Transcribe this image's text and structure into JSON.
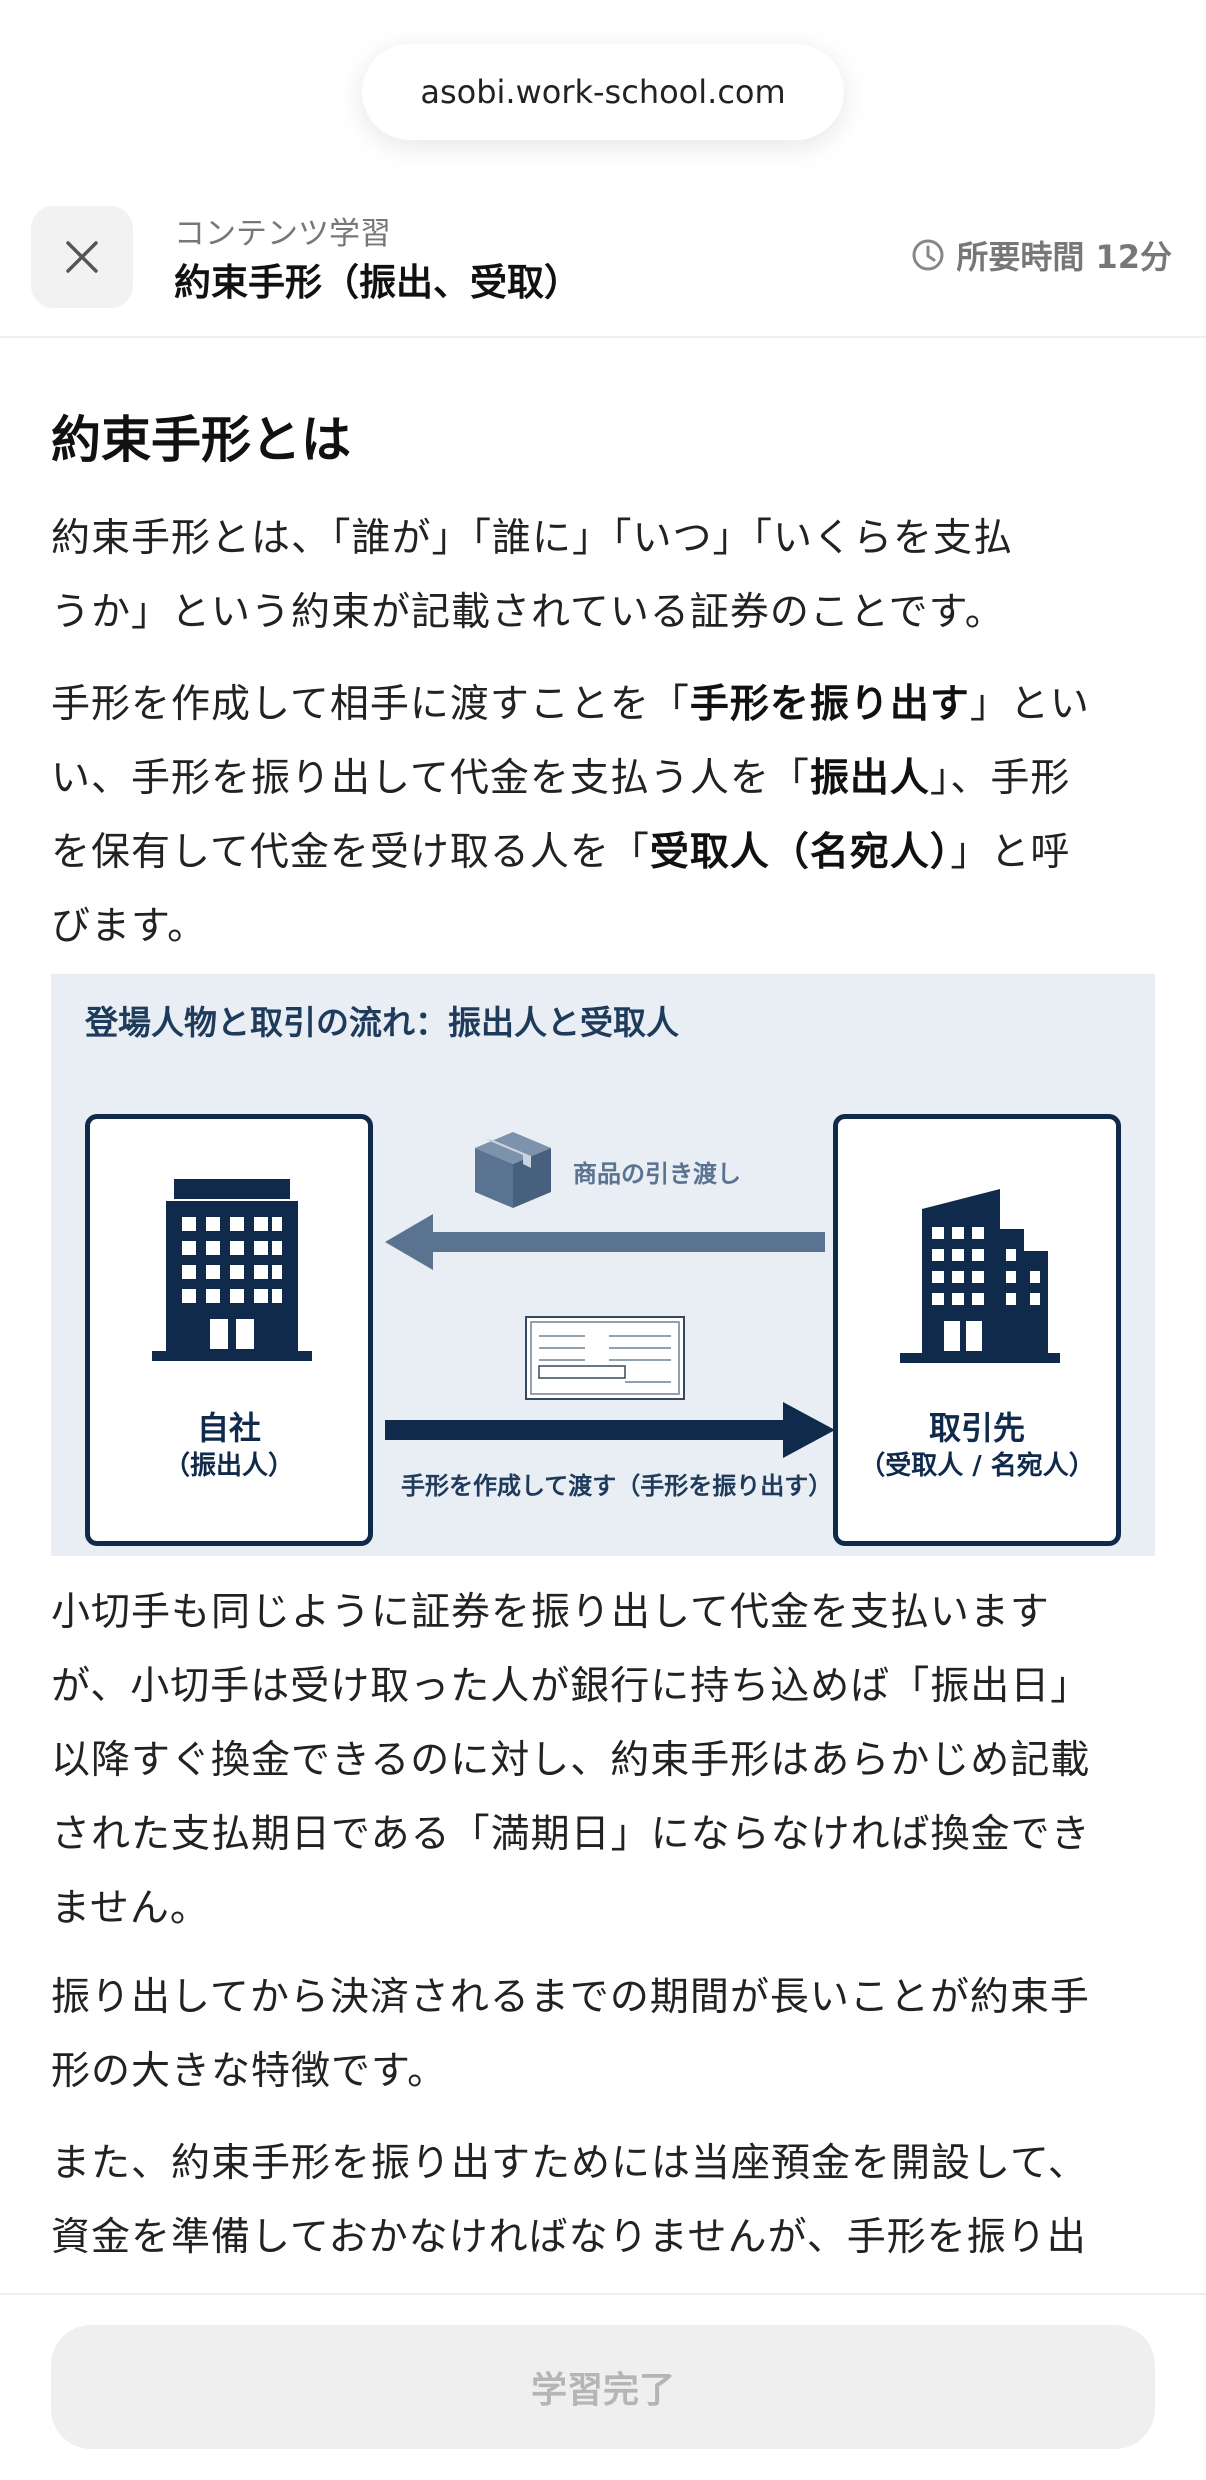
{
  "browser": {
    "url": "asobi.work-school.com"
  },
  "header": {
    "subtitle": "コンテンツ学習",
    "title": "約束手形（振出、受取）",
    "duration": "所要時間 12分"
  },
  "article": {
    "heading": "約束手形とは",
    "p1_lines": [
      "約束手形とは、「誰が」「誰に」「いつ」「いくらを支払",
      "うか」という約束が記載されている証券のことです。"
    ],
    "p2": {
      "line1_a": "手形を作成して相手に渡すことを「",
      "line1_b": "手形を振り出す",
      "line1_c": "」とい",
      "line2_a": "い、手形を振り出して代金を支払う人を「",
      "line2_b": "振出人",
      "line2_c": "」、手形",
      "line3_a": "を保有して代金を受け取る人を「",
      "line3_b": "受取人（名宛人）",
      "line3_c": "」と呼",
      "line4": "びます。"
    },
    "figure": {
      "title": "登場人物と取引の流れ：振出人と受取人",
      "left_name": "自社",
      "left_role": "（振出人）",
      "right_name": "取引先",
      "right_role": "（受取人 / 名宛人）",
      "goods_label": "商品の引き渡し",
      "note_label": "手形を作成して渡す（手形を振り出す）"
    },
    "p3_lines": [
      "小切手も同じように証券を振り出して代金を支払います",
      "が、小切手は受け取った人が銀行に持ち込めば「振出日」",
      "以降すぐ換金できるのに対し、約束手形はあらかじめ記載",
      "された支払期日である「満期日」にならなければ換金でき",
      "ません。"
    ],
    "p4_lines": [
      "振り出してから決済されるまでの期間が長いことが約束手",
      "形の大きな特徴です。"
    ],
    "p5_lines": [
      "また、約束手形を振り出すためには当座預金を開設して、",
      "資金を準備しておかなければなりませんが、手形を振り出"
    ]
  },
  "footer": {
    "complete_label": "学習完了"
  },
  "colors": {
    "navy": "#102a4c",
    "slate": "#5a7391",
    "figure_bg": "#e8eef3"
  }
}
